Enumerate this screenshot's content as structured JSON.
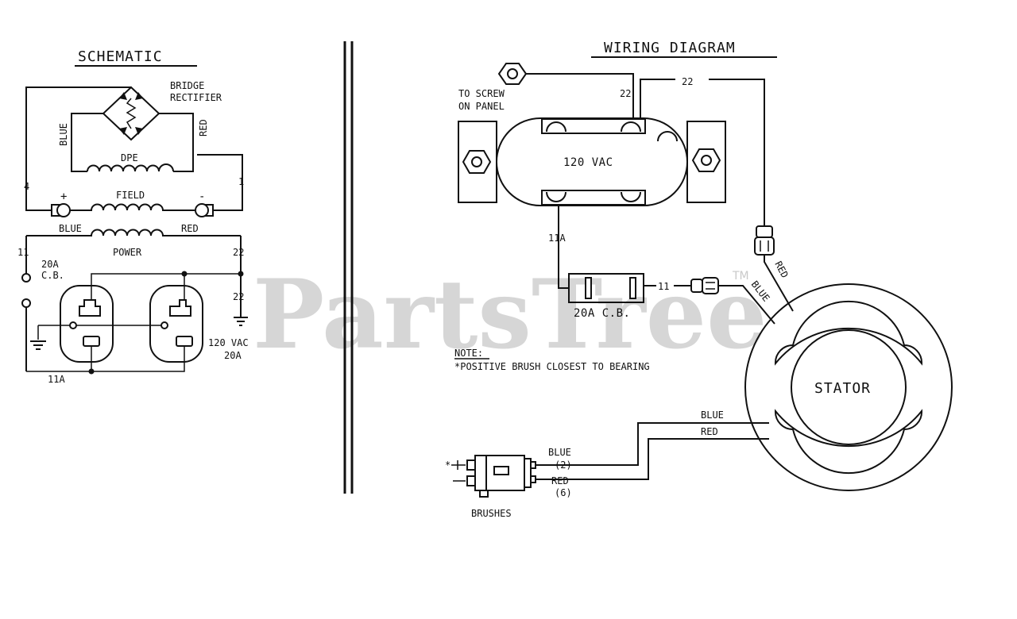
{
  "schematic": {
    "title": "SCHEMATIC",
    "bridge_label_1": "BRIDGE",
    "bridge_label_2": "RECTIFIER",
    "blue_vertical": "BLUE",
    "red_vertical": "RED",
    "dpe": "DPE",
    "field": "FIELD",
    "plus": "+",
    "minus": "-",
    "terminal_4": "4",
    "terminal_1": "1",
    "blue_power": "BLUE",
    "red_power": "RED",
    "power": "POWER",
    "terminal_11": "11",
    "cb_1": "20A",
    "cb_2": "C.B.",
    "terminal_22_top": "22",
    "terminal_22_bottom": "22",
    "vac_1": "120 VAC",
    "vac_2": "20A",
    "terminal_11a": "11A"
  },
  "wiring": {
    "title": "WIRING DIAGRAM",
    "to_screw_1": "TO SCREW",
    "to_screw_2": "ON PANEL",
    "label_22_left": "22",
    "label_22_right": "22",
    "receptacle": "120 VAC",
    "label_11a": "11A",
    "breaker": "20A C.B.",
    "label_11": "11",
    "red_wire": "RED",
    "blue_wire": "BLUE",
    "stator": "STATOR",
    "note_title": "NOTE:",
    "note_text": "*POSITIVE BRUSH CLOSEST TO BEARING",
    "blue_stator": "BLUE",
    "red_stator": "RED",
    "blue_brush": "BLUE",
    "pin_2": "(2)",
    "red_brush": "RED",
    "pin_6": "(6)",
    "brushes": "BRUSHES",
    "brush_star": "*"
  },
  "watermark": {
    "text": "PartsTree",
    "tm": "TM"
  }
}
